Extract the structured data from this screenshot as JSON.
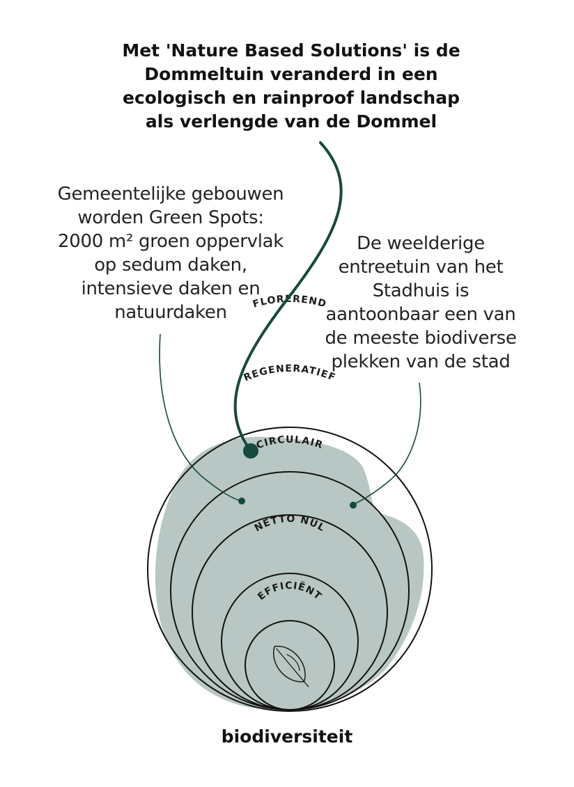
{
  "headline": {
    "lines": [
      "Met 'Nature Based Solutions' is de",
      "Dommeltuin veranderd in een",
      "ecologisch en rainproof landschap",
      "als verlengde van de Dommel"
    ]
  },
  "callout_left": {
    "lines": [
      "Gemeentelijke gebouwen",
      "worden Green Spots:",
      "2000 m² groen oppervlak",
      "op sedum daken,",
      "intensieve daken en",
      "natuurdaken"
    ]
  },
  "callout_right": {
    "lines": [
      "De weelderige",
      "entreetuin van het",
      "Stadhuis is",
      "aantoonbaar een van",
      "de meeste biodiverse",
      "plekken van de stad"
    ]
  },
  "rings": [
    {
      "label": "FLOREREND"
    },
    {
      "label": "REGENERATIEF"
    },
    {
      "label": "CIRCULAIR"
    },
    {
      "label": "NETTO NUL"
    },
    {
      "label": "EFFICIËNT"
    }
  ],
  "center_icon": "leaf-icon",
  "footer": {
    "label": "biodiversiteit"
  },
  "colors": {
    "accent": "#154a3c",
    "blob": "#b4c4c0",
    "ring": "#111111"
  }
}
